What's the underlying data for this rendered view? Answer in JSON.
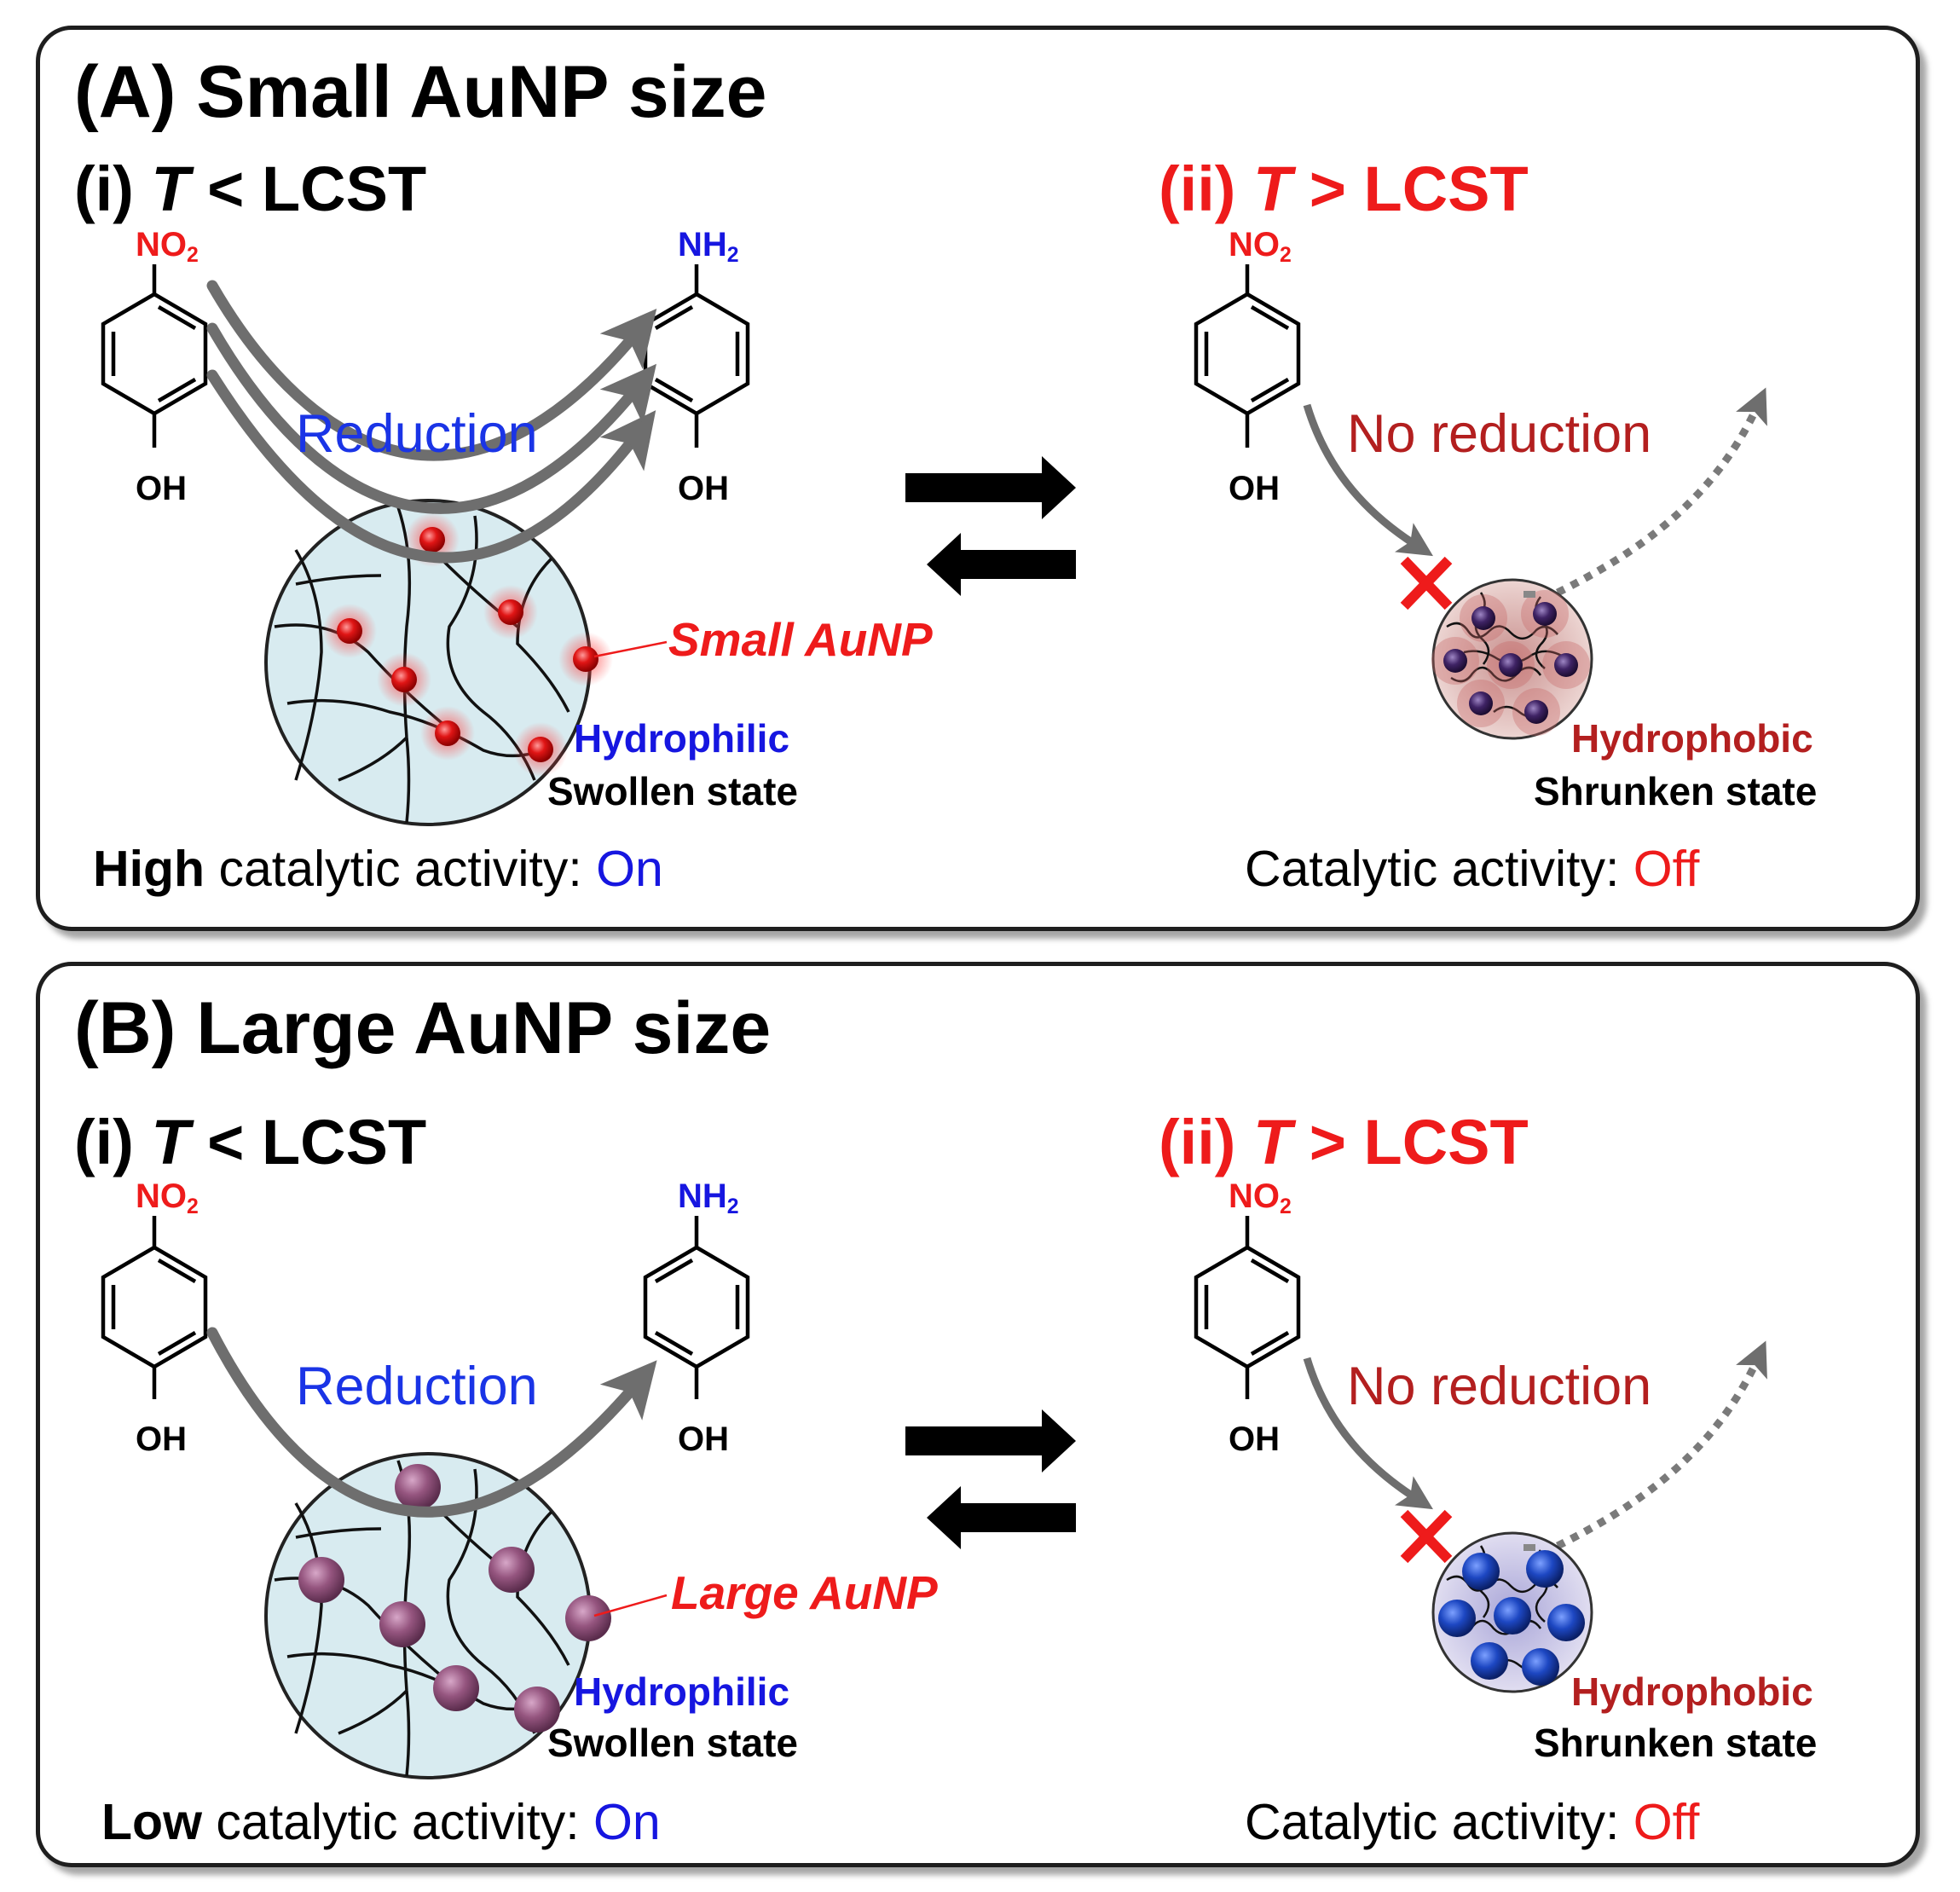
{
  "panels": [
    {
      "title": "(A) Small AuNP size",
      "left_condition": {
        "prefix": "(i) ",
        "symbol": "T",
        "suffix": " < LCST"
      },
      "right_condition": {
        "prefix": "(ii) ",
        "symbol": "T",
        "suffix": " > LCST"
      },
      "left_reactant": {
        "top_group": "NO",
        "top_sub": "2",
        "bottom_group": "OH"
      },
      "left_product": {
        "top_group": "NH",
        "top_sub": "2",
        "bottom_group": "OH"
      },
      "right_reactant": {
        "top_group": "NO",
        "top_sub": "2",
        "bottom_group": "OH"
      },
      "reduction_label": "Reduction",
      "no_reduction_label": "No reduction",
      "particle_label": "Small AuNP",
      "left_property": "Hydrophilic",
      "left_state": "Swollen state",
      "right_property": "Hydrophobic",
      "right_state": "Shrunken state",
      "left_activity": {
        "strength": "High",
        "text": " catalytic activity: ",
        "status": "On"
      },
      "right_activity": {
        "text": "Catalytic activity: ",
        "status": "Off"
      }
    },
    {
      "title": "(B) Large AuNP size",
      "left_condition": {
        "prefix": "(i) ",
        "symbol": "T",
        "suffix": " < LCST"
      },
      "right_condition": {
        "prefix": "(ii) ",
        "symbol": "T",
        "suffix": " > LCST"
      },
      "left_reactant": {
        "top_group": "NO",
        "top_sub": "2",
        "bottom_group": "OH"
      },
      "left_product": {
        "top_group": "NH",
        "top_sub": "2",
        "bottom_group": "OH"
      },
      "right_reactant": {
        "top_group": "NO",
        "top_sub": "2",
        "bottom_group": "OH"
      },
      "reduction_label": "Reduction",
      "no_reduction_label": "No reduction",
      "particle_label": "Large AuNP",
      "left_property": "Hydrophilic",
      "left_state": "Swollen state",
      "right_property": "Hydrophobic",
      "right_state": "Shrunken state",
      "left_activity": {
        "strength": "Low",
        "text": " catalytic activity: ",
        "status": "On"
      },
      "right_activity": {
        "text": "Catalytic activity: ",
        "status": "Off"
      }
    }
  ],
  "colors": {
    "on_status": "#1616e0",
    "off_status": "#ee1b1b",
    "small_aunp": "#d01010",
    "large_aunp": "#8e4f7a",
    "shrunken_small_particles": "#3a1f56",
    "shrunken_large_particles": "#1b43b8",
    "swollen_gel": "#d8ebf0",
    "arrow_gray": "#6e6e6e"
  }
}
